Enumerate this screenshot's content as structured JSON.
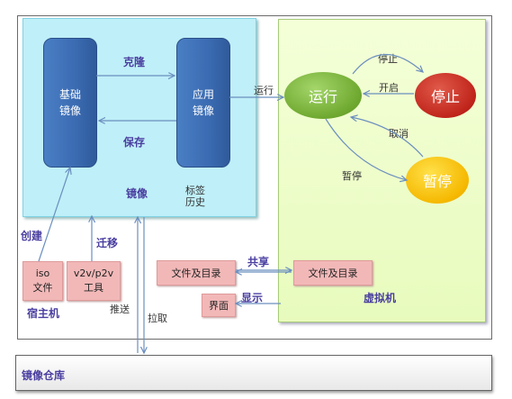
{
  "image_panel": {
    "base_image": "基础\n镜像",
    "app_image": "应用\n镜像",
    "clone_label": "克隆",
    "save_label": "保存",
    "title": "镜像",
    "tag_history": "标签\n历史"
  },
  "vm_panel": {
    "running": "运行",
    "stopped": "停止",
    "paused": "暂停",
    "stop_label": "停止",
    "start_label": "开启",
    "cancel_label": "取消",
    "pause_label": "暂停",
    "title": "虚拟机",
    "vm_files": "文件及目录"
  },
  "host": {
    "iso": "iso\n文件",
    "tools": "v2v/p2v\n工具",
    "host_files": "文件及目录",
    "ui": "界面",
    "title": "宿主机"
  },
  "edges": {
    "run": "运行",
    "create": "创建",
    "migrate": "迁移",
    "share": "共享",
    "display": "显示",
    "push": "推送",
    "pull": "拉取"
  },
  "registry": {
    "title": "镜像仓库"
  }
}
